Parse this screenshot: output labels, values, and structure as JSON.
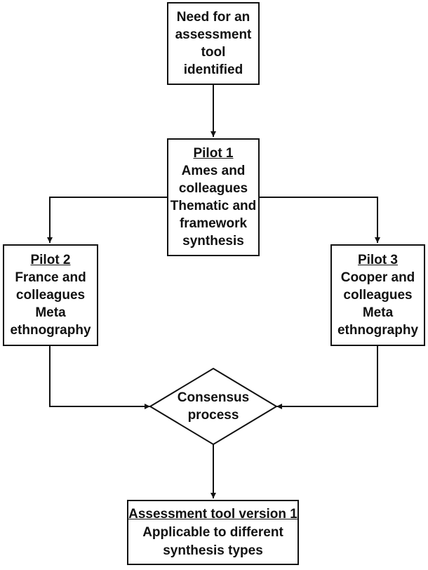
{
  "nodes": {
    "need": {
      "lines": [
        "Need for an",
        "assessment",
        "tool",
        "identified"
      ]
    },
    "pilot1": {
      "heading": "Pilot 1",
      "lines": [
        "Ames and",
        "colleagues",
        "Thematic and",
        "framework",
        "synthesis"
      ]
    },
    "pilot2": {
      "heading": "Pilot 2",
      "lines": [
        "France and",
        "colleagues",
        "Meta",
        "ethnography"
      ]
    },
    "pilot3": {
      "heading": "Pilot 3",
      "lines": [
        "Cooper and",
        "colleagues",
        "Meta",
        "ethnography"
      ]
    },
    "consensus": {
      "lines": [
        "Consensus",
        "process"
      ]
    },
    "tool": {
      "heading": "Assessment tool version 1",
      "lines": [
        "Applicable to different",
        "synthesis types"
      ]
    }
  },
  "edges": [
    {
      "from": "need",
      "to": "pilot1"
    },
    {
      "from": "pilot1",
      "to": "pilot2"
    },
    {
      "from": "pilot1",
      "to": "pilot3"
    },
    {
      "from": "pilot2",
      "to": "consensus"
    },
    {
      "from": "pilot3",
      "to": "consensus"
    },
    {
      "from": "consensus",
      "to": "tool"
    }
  ],
  "colors": {
    "stroke": "#111111",
    "fill": "#ffffff"
  }
}
